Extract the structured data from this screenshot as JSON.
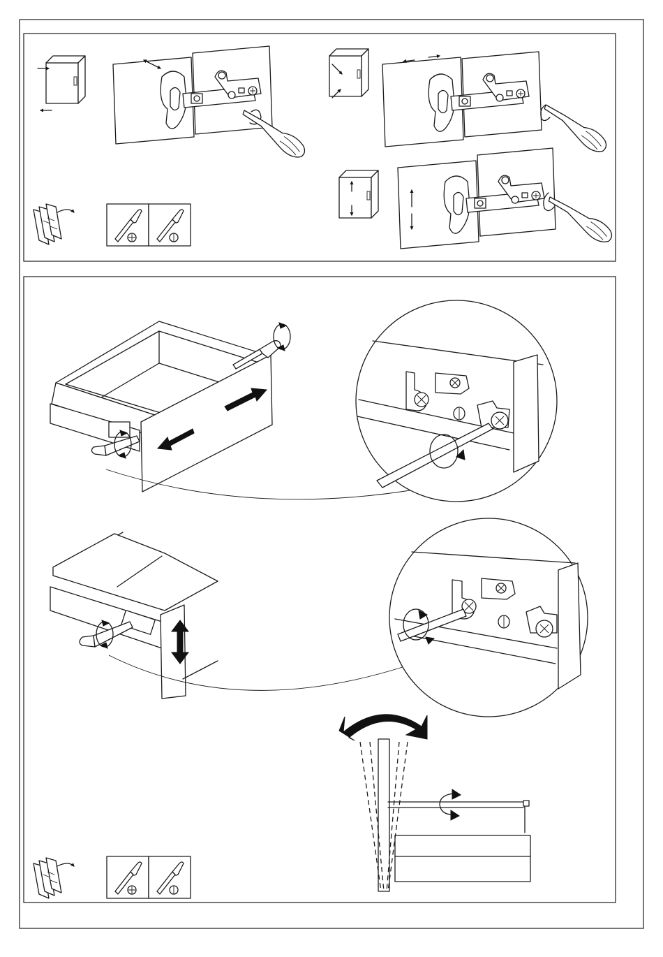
{
  "page": {
    "title": "",
    "colors": {
      "ink": "#1a1a1a",
      "paper": "#ffffff"
    }
  },
  "panels": [
    {
      "id": "hinge-adjustment",
      "steps": [
        {
          "adjustment": "depth",
          "icon": "cabinet-depth-arrows-icon"
        },
        {
          "adjustment": "side",
          "icon": "cabinet-side-arrows-icon"
        },
        {
          "adjustment": "height",
          "icon": "cabinet-height-arrows-icon"
        }
      ],
      "tools": [
        "phillips-screwdriver-icon",
        "flat-screwdriver-icon"
      ]
    },
    {
      "id": "drawer-adjustment",
      "steps": [
        {
          "adjustment": "side",
          "icon": "drawer-side-arrows-icon"
        },
        {
          "adjustment": "height",
          "icon": "drawer-height-arrows-icon"
        },
        {
          "adjustment": "tilt",
          "icon": "front-tilt-arrow-icon"
        }
      ],
      "tools": [
        "phillips-screwdriver-icon",
        "flat-screwdriver-icon"
      ]
    }
  ]
}
